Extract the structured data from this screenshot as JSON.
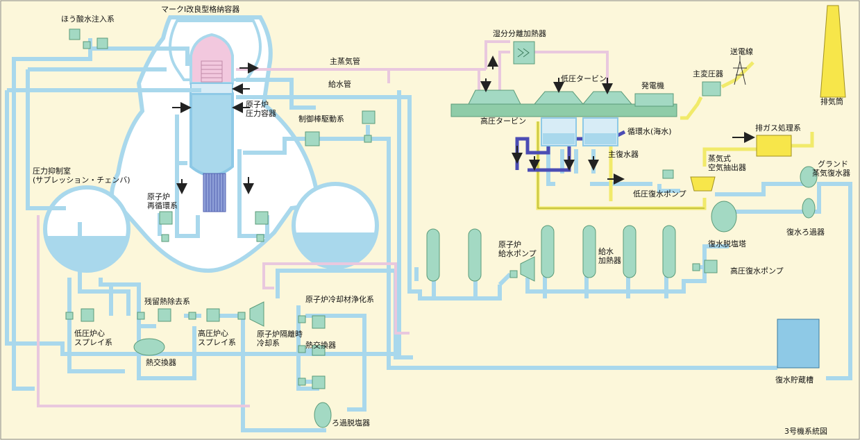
{
  "diagram": {
    "caption": "3号機系統図",
    "labels": {
      "boric_acid": "ほう酸水注入系",
      "containment": "マークI改良型格納容器",
      "main_steam": "主蒸気管",
      "feedwater": "給水管",
      "rpv_1": "原子炉",
      "rpv_2": "圧力容器",
      "crd": "制御棒駆動系",
      "suppression_1": "圧力抑制室",
      "suppression_2": "(サプレッション・チェンバ)",
      "recirc_1": "原子炉",
      "recirc_2": "再循環系",
      "moisture": "湿分分離加熱器",
      "lp_turbine": "低圧タービン",
      "hp_turbine": "高圧タービン",
      "generator": "発電機",
      "main_transformer": "主変圧器",
      "power_line": "送電線",
      "stack": "排気筒",
      "circ_water": "循環水(海水)",
      "condenser": "主復水器",
      "offgas": "排ガス処理系",
      "sjae_1": "蒸気式",
      "sjae_2": "空気抽出器",
      "gland_1": "グランド",
      "gland_2": "蒸気復水器",
      "lp_pump": "低圧復水ポンプ",
      "filter": "復水ろ過器",
      "demin": "復水脱塩塔",
      "hp_pump": "高圧復水ポンプ",
      "fw_pump_1": "原子炉",
      "fw_pump_2": "給水ポンプ",
      "fw_heater_1": "給水",
      "fw_heater_2": "加熱器",
      "rhr": "残留熱除去系",
      "cleanup": "原子炉冷却材浄化系",
      "lpcs_1": "低圧炉心",
      "lpcs_2": "スプレイ系",
      "hx_1": "熱交換器",
      "hpcs_1": "高圧炉心",
      "hpcs_2": "スプレイ系",
      "rcic_1": "原子炉隔離時",
      "rcic_2": "冷却系",
      "hx_2": "熱交換器",
      "filter_demin": "ろ過脱塩器",
      "storage": "復水貯蔵槽"
    },
    "colors": {
      "background": "#fcf7da",
      "pipe_blue": "#a9d8ec",
      "pipe_pink": "#e9c8de",
      "pipe_yellow": "#f1ea6a",
      "pipe_navy": "#4b4cb4",
      "equipment_green": "#a3d9c3",
      "equipment_blue": "#8ec9e6",
      "reactor_pink": "#f2c8de",
      "containment": "#ffffff",
      "offgas_yellow": "#f7e64a"
    }
  }
}
